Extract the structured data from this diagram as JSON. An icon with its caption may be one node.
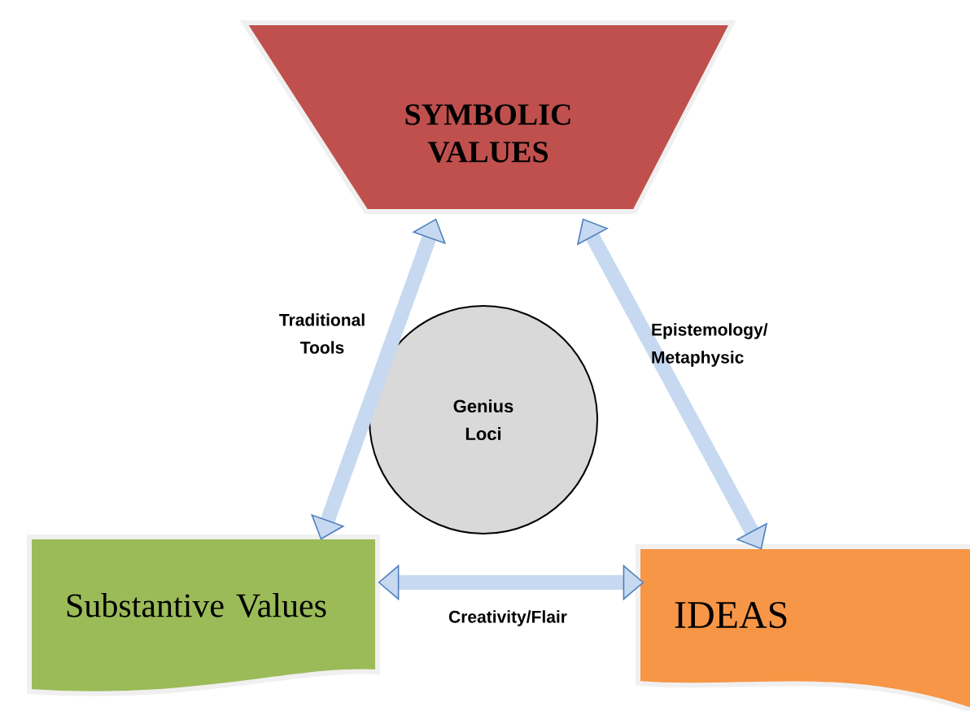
{
  "diagram": {
    "nodes": [
      {
        "text": [
          "SYMBOLIC VALUES"
        ]
      },
      {
        "text": [
          "Genius Loci"
        ]
      },
      {
        "text": [
          "Substantive Values"
        ]
      },
      {
        "text": [
          "IDEAS"
        ]
      }
    ],
    "edges": [
      {
        "from": 0,
        "to": 2,
        "arrow": "both",
        "label": "Traditional Tools"
      },
      {
        "from": 0,
        "to": 3,
        "arrow": "both",
        "label": "Epistemology/ Metaphysic"
      },
      {
        "from": 2,
        "to": 3,
        "arrow": "both",
        "label": "Creativity/Flair"
      }
    ]
  }
}
